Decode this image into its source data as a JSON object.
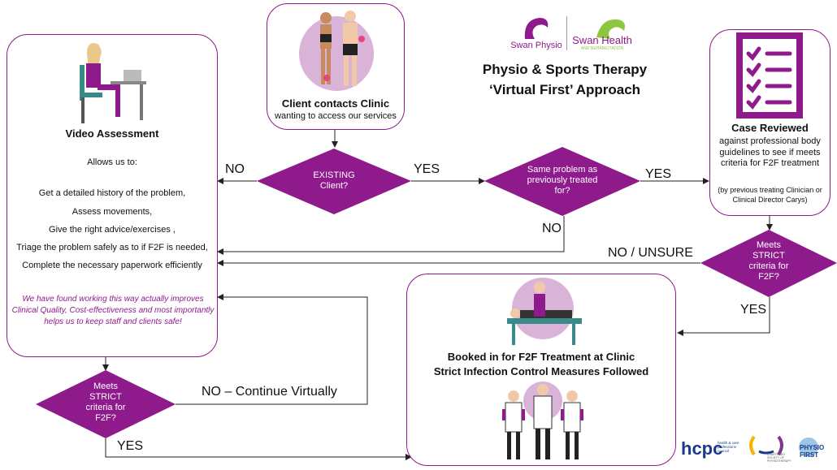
{
  "header": {
    "logo_left": "Swan Physio",
    "logo_right": "Swan Health",
    "logo_right_sub": "AND REHABILITATION",
    "title_line1": "Physio & Sports Therapy",
    "title_line2": "‘Virtual First’ Approach"
  },
  "client_box": {
    "title": "Client contacts Clinic",
    "subtitle": "wanting to access our services"
  },
  "video_box": {
    "title": "Video Assessment",
    "intro": "Allows us to:",
    "items": [
      "Get a detailed history of the problem,",
      "Assess movements,",
      "Give the right advice/exercises ,",
      "Triage the problem  safely as to if F2F is needed,",
      "Complete the necessary paperwork efficiently"
    ],
    "note": "We have found working this way actually improves Clinical Quality, Cost-effectiveness and most importantly helps us to keep staff and clients safe!"
  },
  "case_box": {
    "title": "Case Reviewed",
    "text": "against professional body guidelines to see if meets criteria for F2F treatment",
    "small": "(by previous treating Clinician or Clinical Director Carys)"
  },
  "booked_box": {
    "line1": "Booked in for F2F Treatment at Clinic",
    "line2": "Strict Infection Control Measures Followed"
  },
  "diamonds": {
    "existing": "EXISTING Client?",
    "same": "Same problem as previously treated for?",
    "meets_right": "Meets STRICT criteria for F2F?",
    "meets_left": "Meets STRICT criteria for F2F?"
  },
  "labels": {
    "no1": "NO",
    "yes1": "YES",
    "yes2": "YES",
    "no2": "NO",
    "no_unsure": "NO / UNSURE",
    "yes3": "YES",
    "no_continue": "NO – Continue Virtually",
    "yes4": "YES"
  },
  "footer_logos": {
    "hcpc": "hcpc",
    "hcpc_sub": "health & care professions council",
    "csp": "CHARTERED SOCIETY OF PHYSIOTHERAPY",
    "physio_first": "PHYSIO FIRST"
  },
  "colors": {
    "purple": "#8e1a8c",
    "green": "#8dc63f"
  }
}
